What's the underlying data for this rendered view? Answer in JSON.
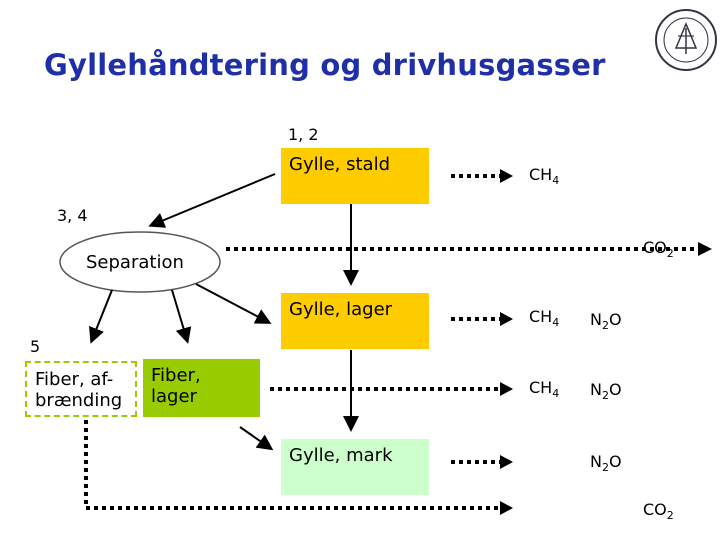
{
  "title": "Gyllehåndtering og drivhusgasser",
  "refs": {
    "r12": "1, 2",
    "r34": "3, 4",
    "r5": "5"
  },
  "boxes": {
    "stald": "Gylle, stald",
    "lager": "Gylle, lager",
    "mark": "Gylle, mark",
    "separation": "Separation",
    "fiber_af_line1": "Fiber, af-",
    "fiber_af_line2": "brænding",
    "fiber_lager_line1": "Fiber,",
    "fiber_lager_line2": "lager"
  },
  "gases": {
    "ch4_main": "CH",
    "ch4_sub": "4",
    "co2_main": "CO",
    "co2_sub": "2",
    "n2o_pre": "N",
    "n2o_sub": "2",
    "n2o_post": "O"
  },
  "colors": {
    "title": "#1f2fa8",
    "yellow": "#ffcc00",
    "green": "#99cc00",
    "light_green": "#ccffcc"
  }
}
